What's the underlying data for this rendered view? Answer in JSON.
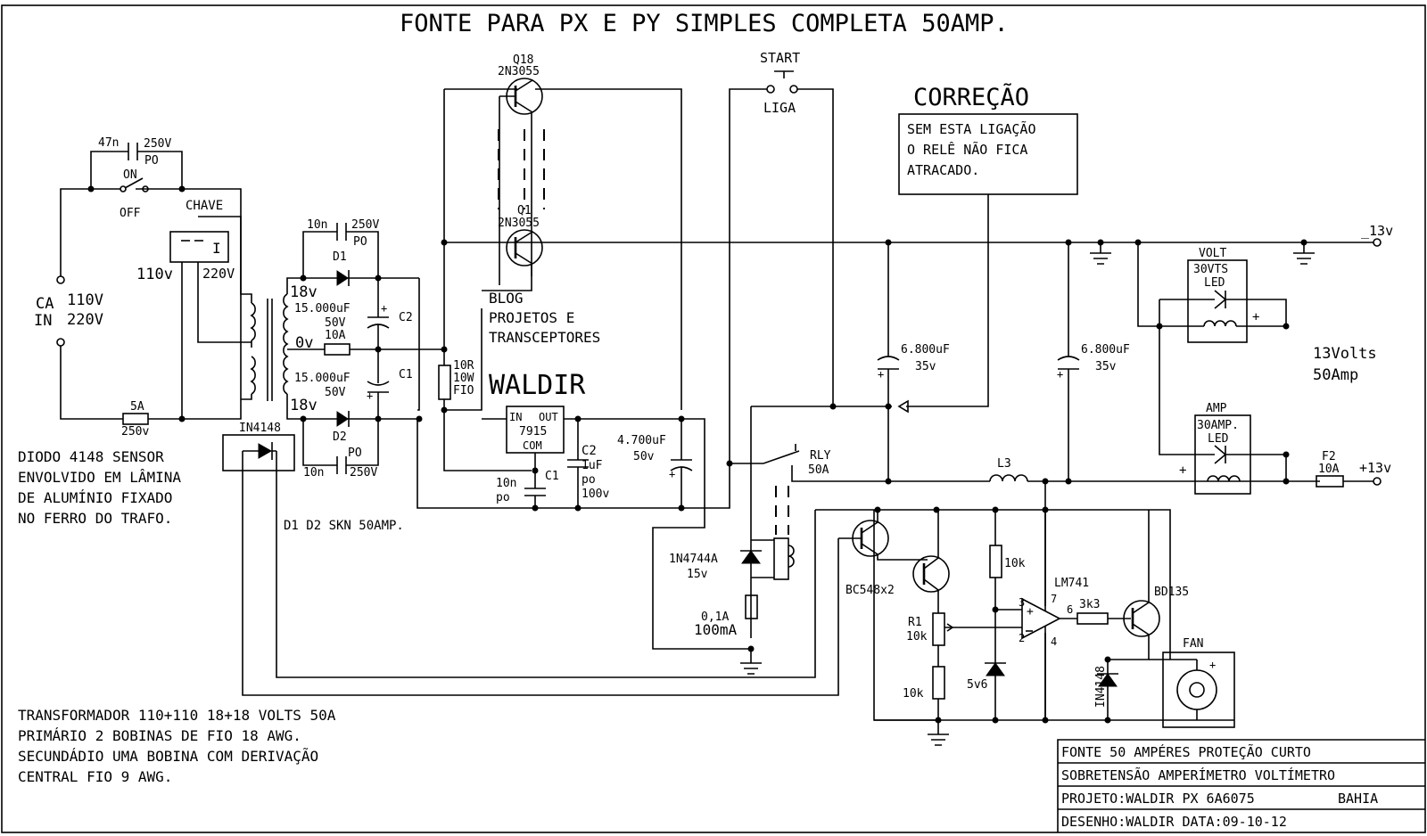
{
  "title": "FONTE PARA PX E PY  SIMPLES COMPLETA 50AMP.",
  "labels": {
    "q18": "Q18",
    "q18_type": "2N3055",
    "q1": "Q1",
    "q1_type": "2N3055",
    "start": "START",
    "liga": "LIGA",
    "correcao": "CORREÇÃO",
    "note_line1": "SEM ESTA LIGAÇÃO",
    "note_line2": "O RELÊ NÃO FICA",
    "note_line3": "ATRACADO.",
    "cap47n": "47n",
    "cap47n_v": "250V",
    "cap47n_po": "PO",
    "on": "ON",
    "off": "OFF",
    "chave": "CHAVE",
    "chave_i": "I",
    "v110": "110v",
    "v220": "220V",
    "ca": "CA",
    "ca110": "110V",
    "in": "IN",
    "in220": "220V",
    "fuse5a": "5A",
    "fuse5a_v": "250v",
    "c10n_top": "10n",
    "c10n_top_v": "250V",
    "c10n_top_po": "PO",
    "d1": "D1",
    "d2": "D2",
    "v18a": "18v",
    "v18b": "18v",
    "v0": "0v",
    "c15000a": "15.000uF",
    "c15000a_v": "50V",
    "c15000b": "15.000uF",
    "c15000b_v": "50V",
    "c2": "C2",
    "c1": "C1",
    "fuse10a": "10A",
    "c10n_bot": "10n",
    "c10n_bot_v": "250V",
    "c10n_bot_po": "PO",
    "r10r_1": "10R",
    "r10r_2": "10W",
    "r10r_3": "FIO",
    "blog1": "BLOG",
    "blog2": "PROJETOS E",
    "blog3": "TRANSCEPTORES",
    "waldir": "WALDIR",
    "reg_in": "IN",
    "reg_out": "OUT",
    "reg_7915": "7915",
    "reg_com": "COM",
    "c1b": "C1",
    "c1b_val": "10n",
    "c1b_po": "po",
    "c2b": "C2",
    "c2b_val": "1uF",
    "c2b_po": "po",
    "c2b_v": "100v",
    "c4700": "4.700uF",
    "c4700_v": "50v",
    "in4148_top": "IN4148",
    "diodo_1": "DIODO 4148 SENSOR",
    "diodo_2": "ENVOLVIDO EM LÂMINA",
    "diodo_3": "DE ALUMÍNIO FIXADO",
    "diodo_4": "NO FERRO DO TRAFO.",
    "d1d2": "D1 D2 SKN 50AMP.",
    "c6800a": "6.800uF",
    "c6800a_v": "35v",
    "c6800b": "6.800uF",
    "c6800b_v": "35v",
    "rly": "RLY",
    "rly_a": "50A",
    "l3": "L3",
    "z1n": "1N4744A",
    "z1n_v": "15v",
    "f01": "0,1A",
    "f100": "100mA",
    "bc548": "BC548x2",
    "r1": "R1",
    "r1v": "10k",
    "r10k_a": "10k",
    "r10k_b": "10k",
    "z5v6": "5v6",
    "lm741": "LM741",
    "pin3": "3",
    "pin2": "2",
    "pin7": "7",
    "pin6": "6",
    "pin4": "4",
    "r3k3": "3k3",
    "bd135": "BD135",
    "fan": "FAN",
    "in4148_fan": "IN4148",
    "volt": "VOLT",
    "volt_30": "30VTS",
    "volt_led": "LED",
    "amp": "AMP",
    "amp_30": "30AMP.",
    "amp_led": "LED",
    "v13a": "13Volts",
    "v13b": "50Amp",
    "minus13": "_13v",
    "plus13": "+13v",
    "f2": "F2",
    "f2_10a": "10A",
    "plus_sign": "+",
    "trafo_1": "TRANSFORMADOR 110+110 18+18 VOLTS 50A",
    "trafo_2": "PRIMÁRIO 2 BOBINAS DE FIO 18 AWG.",
    "trafo_3": "SECUNDÁDIO UMA BOBINA COM DERIVAÇÃO",
    "trafo_4": "CENTRAL FIO 9 AWG.",
    "tb_1": "FONTE 50 AMPÉRES  PROTEÇÃO CURTO",
    "tb_2": "SOBRETENSÃO AMPERÍMETRO VOLTÍMETRO",
    "tb_3a": "PROJETO:WALDIR PX 6A6075",
    "tb_3b": "BAHIA",
    "tb_4": "DESENHO:WALDIR  DATA:09-10-12"
  }
}
